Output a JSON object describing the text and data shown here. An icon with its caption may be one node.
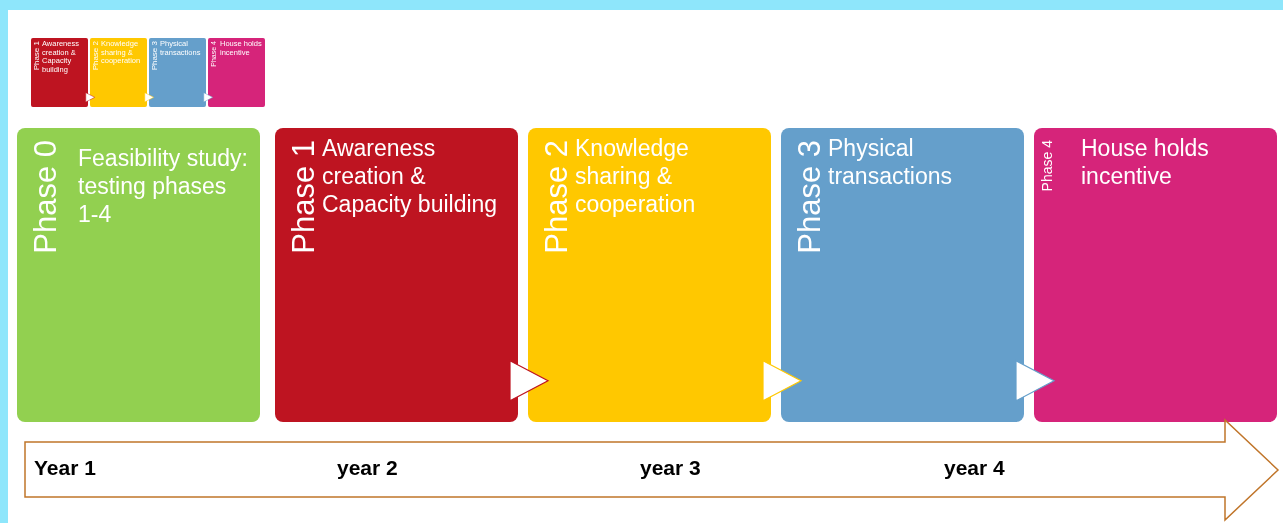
{
  "diagram": {
    "nodes": [
      {
        "text": [
          "Phase 1",
          "Awareness creation & Capacity building"
        ]
      },
      {
        "text": [
          "Phase 2",
          "Knowledge sharing & cooperation"
        ]
      },
      {
        "text": [
          "Phase 3",
          "Physical transactions"
        ]
      },
      {
        "text": [
          "Phase 4",
          "House holds incentive"
        ]
      },
      {
        "text": [
          "Phase 0",
          "Feasibility study: testing phases 1-4"
        ]
      },
      {
        "text": [
          "Phase 1",
          "Awareness creation & Capacity building"
        ]
      },
      {
        "text": [
          "Phase 2",
          "Knowledge sharing & cooperation"
        ]
      },
      {
        "text": [
          "Phase 3",
          "Physical transactions"
        ]
      },
      {
        "text": [
          "Phase 4",
          "House holds incentive"
        ]
      },
      {
        "text": [
          "Year 1",
          "year 2",
          "year 3",
          "year 4"
        ]
      }
    ],
    "edges": [
      {
        "from": 0,
        "to": 1,
        "arrow": "to"
      },
      {
        "from": 1,
        "to": 2,
        "arrow": "to"
      },
      {
        "from": 2,
        "to": 3,
        "arrow": "to"
      },
      {
        "from": 5,
        "to": 6,
        "arrow": "to"
      },
      {
        "from": 6,
        "to": 7,
        "arrow": "to"
      },
      {
        "from": 7,
        "to": 8,
        "arrow": "to"
      }
    ]
  }
}
